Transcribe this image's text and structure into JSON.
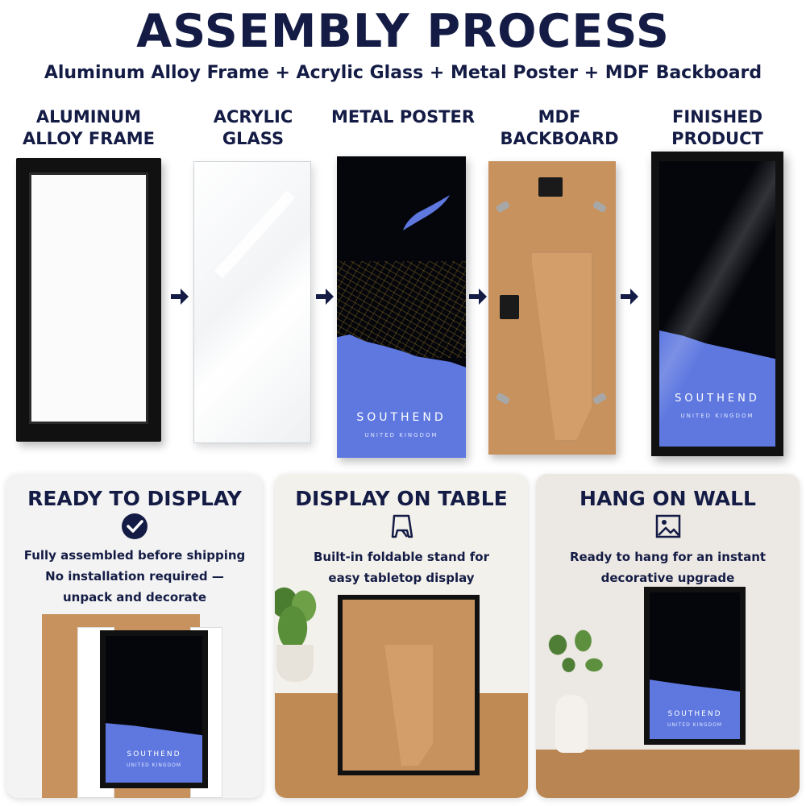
{
  "header": {
    "title": "ASSEMBLY PROCESS",
    "subtitle": "Aluminum Alloy Frame + Acrylic Glass + Metal Poster + MDF Backboard"
  },
  "steps": [
    {
      "label": "ALUMINUM ALLOY FRAME"
    },
    {
      "label": "ACRYLIC GLASS"
    },
    {
      "label": "METAL POSTER"
    },
    {
      "label": "MDF BACKBOARD"
    },
    {
      "label": "FINISHED PRODUCT"
    }
  ],
  "arrow_icon": "arrow-right-icon",
  "poster": {
    "city": "SOUTHEND",
    "country": "UNITED KINGDOM",
    "colors": {
      "land": "#05060c",
      "water": "#5e78e0",
      "roads": "#b08c28"
    }
  },
  "cards": [
    {
      "title": "READY TO DISPLAY",
      "icon": "checkmark-circle-icon",
      "lines": [
        "Fully assembled before shipping",
        "No installation required —",
        "unpack and decorate"
      ]
    },
    {
      "title": "DISPLAY ON TABLE",
      "icon": "easel-stand-icon",
      "lines": [
        "Built-in foldable stand for",
        "easy tabletop display"
      ]
    },
    {
      "title": "HANG ON WALL",
      "icon": "picture-frame-icon",
      "lines": [
        "Ready to hang for an instant",
        "decorative upgrade"
      ]
    }
  ],
  "theme": {
    "navy": "#141c45",
    "kraft": "#c8925e",
    "frame": "#111111"
  }
}
